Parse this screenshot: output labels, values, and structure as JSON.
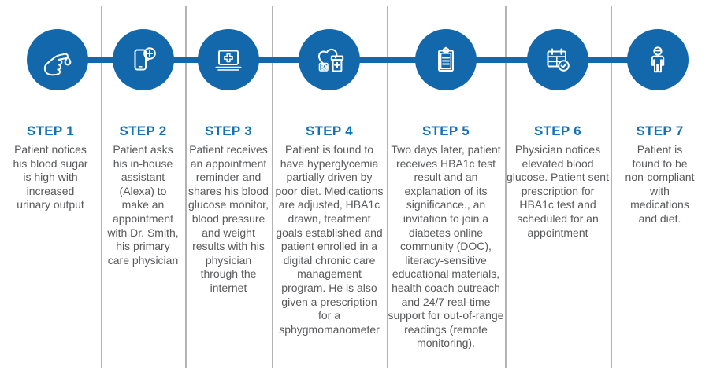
{
  "colors": {
    "circle_blue": "#1268ab",
    "connector_blue": "#1268ab",
    "heading_blue": "#1272b9",
    "body_text_gray": "#58595b",
    "divider_gray": "#b3b3b3",
    "icon_stroke": "#ffffff"
  },
  "timeline": {
    "steps": [
      {
        "label": "STEP 1",
        "icon": "finger-blood-drop-icon",
        "description": "Patient notices his blood sugar is high with increased urinary output"
      },
      {
        "label": "STEP 2",
        "icon": "smartphone-add-assistant-icon",
        "description": "Patient asks his in-house assistant (Alexa) to make an appointment with Dr. Smith, his primary care physician"
      },
      {
        "label": "STEP 3",
        "icon": "computer-medical-cross-icon",
        "description": "Patient receives an appointment reminder and shares his blood glucose monitor, blood pressure and weight results with his physician through the internet"
      },
      {
        "label": "STEP 4",
        "icon": "heart-medication-bottle-icon",
        "description": "Patient is found to have hyperglycemia partially driven by poor diet. Medications are adjusted, HBA1c drawn, treatment goals established and patient enrolled in a digital chronic care management program. He is also given a prescription for a sphygmomanometer"
      },
      {
        "label": "STEP 5",
        "icon": "clipboard-icon",
        "description": "Two days later, patient receives HBA1c test result and an explanation of its significance., an invitation to join a diabetes online community (DOC), literacy-sensitive educational materials, health coach outreach and 24/7 real-time support for out-of-range readings (remote monitoring)."
      },
      {
        "label": "STEP 6",
        "icon": "calendar-check-icon",
        "description": "Physician notices elevated blood glucose. Patient sent prescription for HBA1c test and scheduled for an appointment"
      },
      {
        "label": "STEP 7",
        "icon": "person-icon",
        "description": "Patient is found to be non-compliant with medications and diet."
      }
    ]
  }
}
